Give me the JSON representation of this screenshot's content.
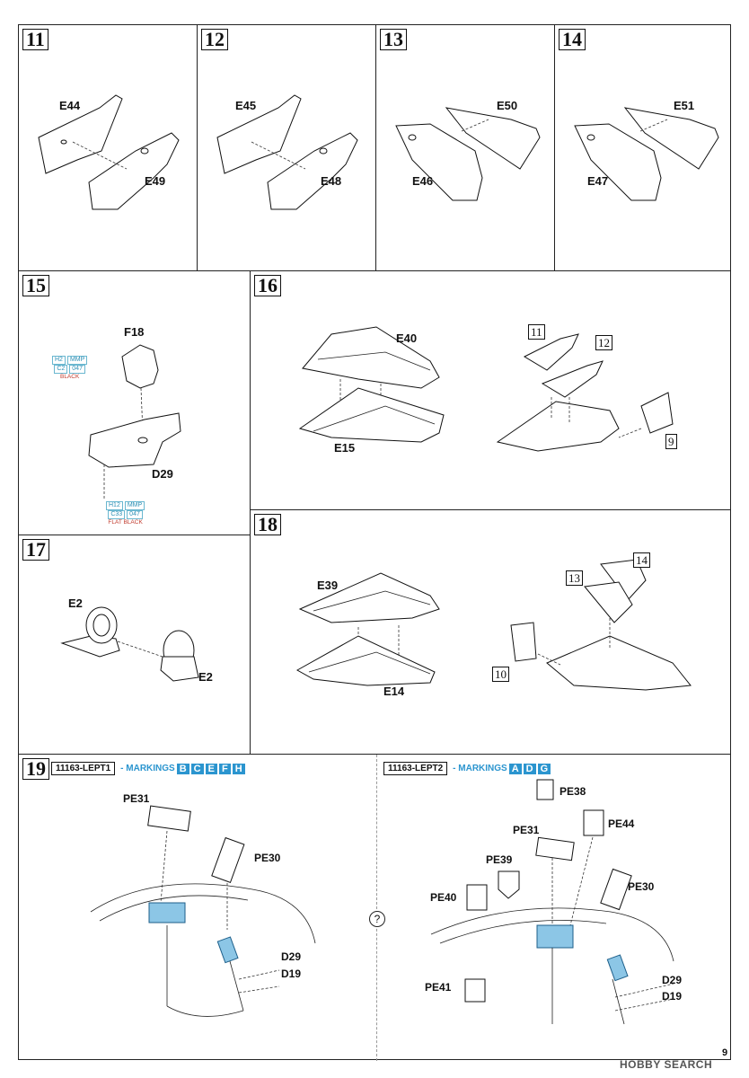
{
  "steps": {
    "s11": {
      "num": "11",
      "labels": [
        "E44",
        "E49"
      ]
    },
    "s12": {
      "num": "12",
      "labels": [
        "E45",
        "E48"
      ]
    },
    "s13": {
      "num": "13",
      "labels": [
        "E50",
        "E46"
      ]
    },
    "s14": {
      "num": "14",
      "labels": [
        "E51",
        "E47"
      ]
    },
    "s15": {
      "num": "15",
      "labels": [
        "F18",
        "D29"
      ],
      "paint_a": {
        "codes": [
          "H2",
          "MMP",
          "C2",
          "047"
        ],
        "name": "BLACK"
      },
      "paint_b": {
        "codes": [
          "H12",
          "MMP",
          "C33",
          "047"
        ],
        "name": "FLAT BLACK"
      }
    },
    "s16": {
      "num": "16",
      "labels": [
        "E40",
        "E15"
      ],
      "refs": [
        "11",
        "12",
        "9"
      ]
    },
    "s17": {
      "num": "17",
      "labels": [
        "E2",
        "E2"
      ]
    },
    "s18": {
      "num": "18",
      "labels": [
        "E39",
        "E14"
      ],
      "refs": [
        "14",
        "13",
        "10"
      ]
    },
    "s19": {
      "num": "19",
      "left": {
        "code": "11163-LEPT1",
        "markings_label": "- MARKINGS",
        "markings": [
          "B",
          "C",
          "E",
          "F",
          "H"
        ],
        "labels": [
          "PE31",
          "PE30",
          "D29",
          "D19"
        ]
      },
      "right": {
        "code": "11163-LEPT2",
        "markings_label": "- MARKINGS",
        "markings": [
          "A",
          "D",
          "G"
        ],
        "labels": [
          "PE38",
          "PE44",
          "PE31",
          "PE39",
          "PE40",
          "PE30",
          "PE41",
          "D29",
          "D19"
        ]
      },
      "question": "?"
    }
  },
  "page_number": "9",
  "watermark": "HOBBY SEARCH",
  "colors": {
    "accent_blue": "#2b95cf",
    "part_blue": "#8cc6e6",
    "paint_red": "#c0392b"
  }
}
